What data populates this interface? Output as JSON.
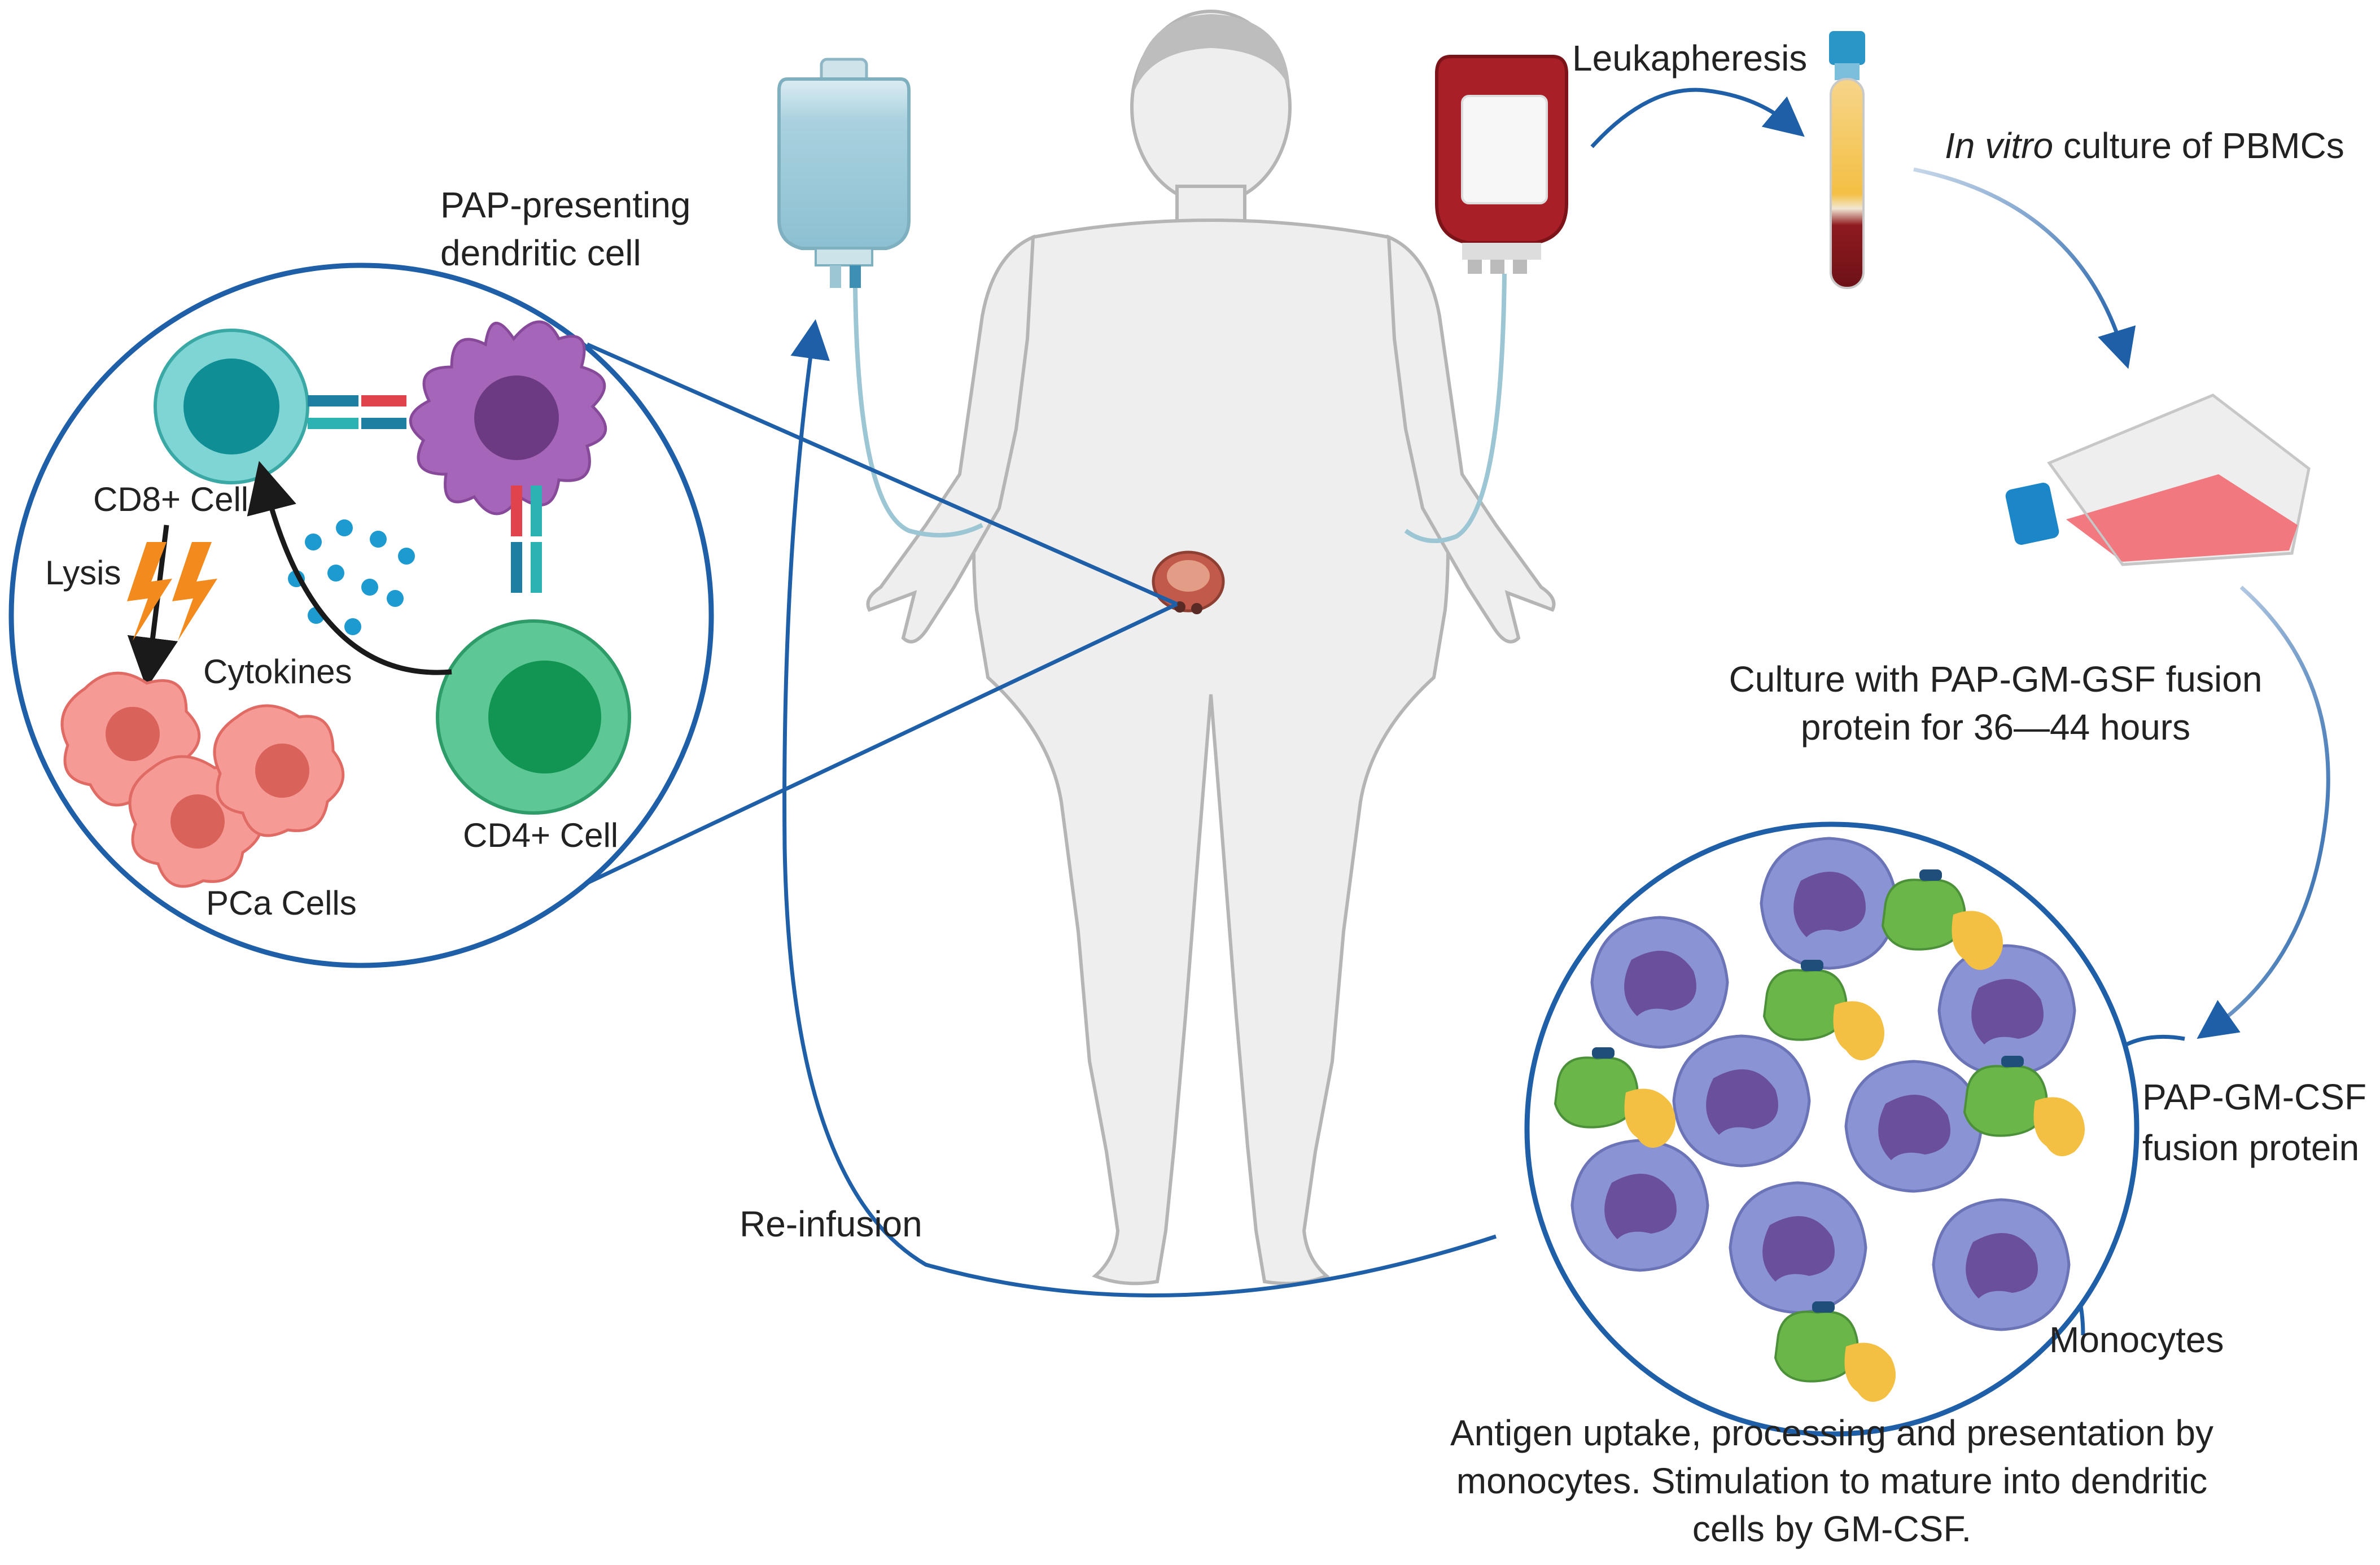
{
  "labels": {
    "leukapheresis": "Leukapheresis",
    "in_vitro_italic": "In vitro",
    "in_vitro_rest": " culture of PBMCs",
    "culture_line1": "Culture with PAP-GM-GSF fusion",
    "culture_line2": "protein for 36—44 hours",
    "fusion_line1": "PAP-GM-CSF",
    "fusion_line2": "fusion protein",
    "monocytes": "Monocytes",
    "antigen_line1": "Antigen uptake, processing and presentation by",
    "antigen_line2": "monocytes. Stimulation to mature into dendritic",
    "antigen_line3": "cells by GM-CSF.",
    "reinfusion": "Re-infusion",
    "pap_dc_line1": "PAP-presenting",
    "pap_dc_line2": "dendritic cell",
    "cd8": "CD8+ Cell",
    "cd4": "CD4+ Cell",
    "lysis": "Lysis",
    "cytokines": "Cytokines",
    "pca": "PCa Cells"
  },
  "colors": {
    "process_blue": "#1f5fa8",
    "body_gray": "#eeeeee",
    "cd8_teal": "#4fc3c1",
    "cd4_green": "#3cb879",
    "dendritic_purple": "#a565b8",
    "pca_pink": "#f0807a",
    "monocyte_blue": "#8a93d3",
    "protein_green": "#6ab648",
    "protein_yellow": "#f4c044",
    "lightning_orange": "#f28a1d",
    "blood_red": "#a81f27",
    "flask_pink": "#f26a72"
  },
  "icons": [
    "iv-saline-bag-icon",
    "blood-bag-icon",
    "blood-tube-icon",
    "culture-flask-icon",
    "prostate-icon",
    "lightning-icon"
  ]
}
